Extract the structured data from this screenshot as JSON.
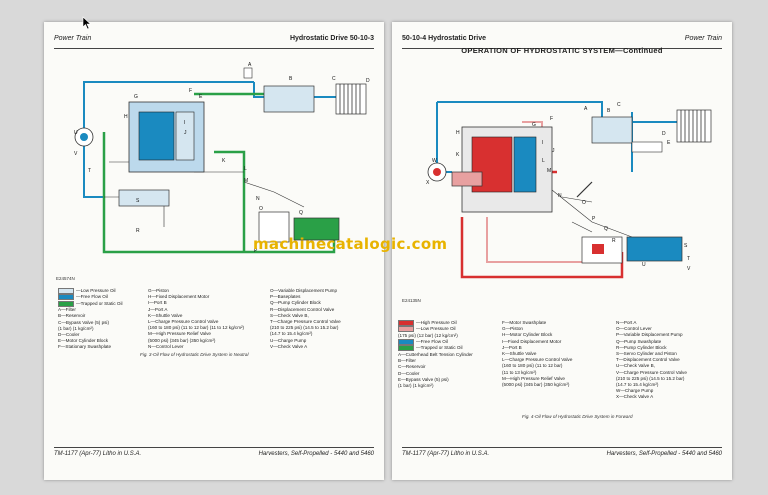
{
  "left_page": {
    "header_left": "Power Train",
    "header_right": "Hydrostatic Drive   50-10-3",
    "diagram_code": "E24574N",
    "legend_swatches": [
      {
        "label": "—Low Pressure Oil",
        "color": "#d5e6f0"
      },
      {
        "label": "—Free Flow Oil",
        "color": "#1a8ac0"
      },
      {
        "label": "—Trapped or Static Oil",
        "color": "#2aa047"
      }
    ],
    "legend_col1": [
      "A—Filter",
      "B—Reservoir",
      "C—Bypass Valve (5) psi)",
      "   (1 bar) (1 kg/cm²)",
      "D—Cooler",
      "E—Motor Cylinder Block",
      "F—Stationary Swashplate"
    ],
    "legend_col2": [
      "G—Piston",
      "H—Fixed Displacement Motor",
      "I—Port B",
      "J—Port A",
      "K—Shuttle Valve",
      "L—Charge Pressure Control Valve",
      "   (160 to 180 psi) (11 to 12 bar) (11 to 12 kg/cm²)",
      "M—High Pressure Relief Valve",
      "   (5000 psi) (345 bar) (350 kg/cm²)",
      "N—Control Lever"
    ],
    "legend_col3": [
      "O—Variable Displacement Pump",
      "P—Baseplates",
      "Q—Pump Cylinder Block",
      "R—Displacement Control Valve",
      "S—Check Valve B,",
      "T—Charge Pressure Control Valve",
      "   (210 to 225 psi) (14.5 to 15.2 bar)",
      "   (14.7 to 15.4 kg/cm²)",
      "U—Charge Pump",
      "V—Check Valve A"
    ],
    "caption": "Fig. 3-Oil Flow of Hydrostatic Drive System in Neutral",
    "footer_left": "TM-1177 (Apr-77) Litho in U.S.A.",
    "footer_right": "Harvesters, Self-Propelled - 5440 and 5460"
  },
  "right_page": {
    "header_left": "50-10-4  Hydrostatic Drive",
    "header_right": "Power Train",
    "title": "OPERATION OF HYDROSTATIC SYSTEM—Continued",
    "diagram_code": "E24135N",
    "legend_swatches": [
      {
        "label": "—High Pressure Oil",
        "color": "#d83030"
      },
      {
        "label": "—Low Pressure Oil",
        "color": "#e8a0a0"
      },
      {
        "label": "   (175 psi) (12 bar) (12 kg/cm²)",
        "color": ""
      },
      {
        "label": "—Free Flow Oil",
        "color": "#1a8ac0"
      },
      {
        "label": "—Trapped or Static Oil",
        "color": "#2aa047"
      }
    ],
    "legend_col1": [
      "A—Cutterhead Belt Tension Cylinder",
      "B—Filter",
      "C—Reservoir",
      "D—Cooler",
      "E—Bypass Valve (5) psi)",
      "   (1 bar) (1 kg/cm²)"
    ],
    "legend_col2": [
      "F—Motor Swashplate",
      "G—Piston",
      "H—Motor Cylinder Block",
      "I—Fixed Displacement Motor",
      "J—Port B",
      "K—Shuttle Valve",
      "L—Charge Pressure Control Valve",
      "   (160 to 180 psi) (11 to 12 bar)",
      "   (11 to 13 kg/cm²)",
      "M—High Pressure Relief Valve",
      "   (5000 psi) (345 bar) (350 kg/cm²)"
    ],
    "legend_col3": [
      "N—Port A",
      "O—Control Lever",
      "P—Variable Displacement Pump",
      "Q—Pump Swashplate",
      "R—Pump Cylinder Block",
      "S—Servo Cylinder and Piston",
      "T—Displacement Control Valve",
      "U—Check Valve B,",
      "V—Charge Pressure Control Valve",
      "   (210 to 225 psi) (14.5 to 15.2 bar)",
      "   (14.7 to 15.4 kg/cm²)",
      "W—Charge Pump",
      "X—Check Valve A"
    ],
    "caption": "Fig. 4-Oil Flow of Hydrostatic Drive System in Forward",
    "footer_left": "TM-1177 (Apr-77) Litho in U.S.A.",
    "footer_right": "Harvesters, Self-Propelled - 5440 and 5460"
  },
  "watermark": "machinecatalogic.com",
  "colors": {
    "high": "#d83030",
    "low": "#e8a0a0",
    "free": "#1a8ac0",
    "trapped": "#2aa047",
    "pale": "#d5e6f0"
  }
}
